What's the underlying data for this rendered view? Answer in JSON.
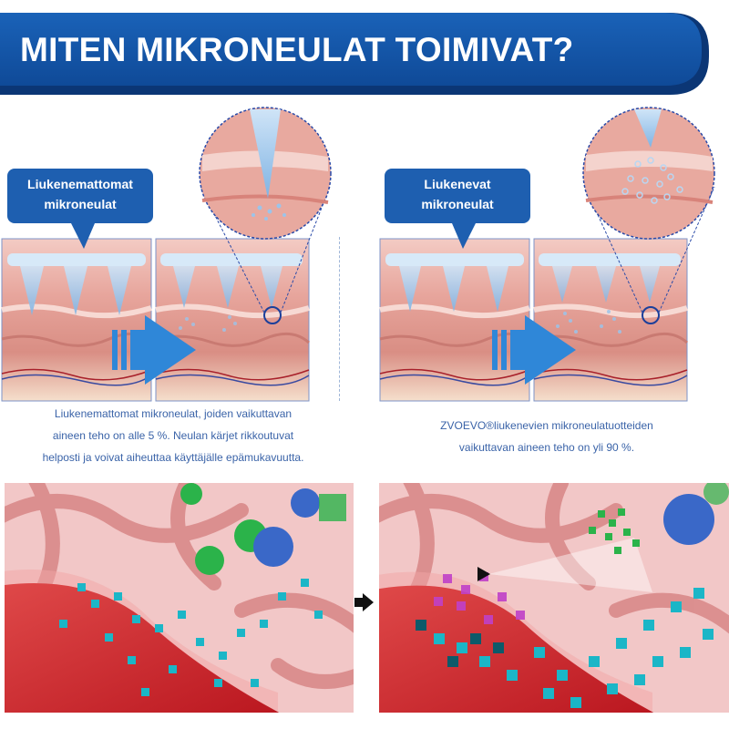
{
  "header": {
    "title": "MITEN MIKRONEULAT TOIMIVAT?"
  },
  "left_section": {
    "label_line1": "Liukenemattomat",
    "label_line2": "mikroneulat",
    "caption_line1": "Liukenemattomat mikroneulat, joiden vaikuttavan",
    "caption_line2": "aineen teho on alle 5 %. Neulan kärjet rikkoutuvat",
    "caption_line3": "helposti ja voivat aiheuttaa käyttäjälle epämukavuutta."
  },
  "right_section": {
    "label_line1": "Liukenevat",
    "label_line2": "mikroneulat",
    "caption_line1": "ZVOEVO®liukenevien mikroneulatuotteiden",
    "caption_line2": "vaikuttavan aineen teho on yli 90 %."
  },
  "colors": {
    "banner_blue": "#1656a8",
    "banner_dark": "#0e3f85",
    "label_blue": "#1e5fb0",
    "caption_blue": "#3a63a8",
    "skin_pink": "#e9a39a",
    "arrow_blue": "#2f87d8"
  },
  "icons": [
    "right-arrow-icon",
    "magnifier-circle-icon",
    "blood-vessel-illustration",
    "molecule-particles-illustration"
  ]
}
